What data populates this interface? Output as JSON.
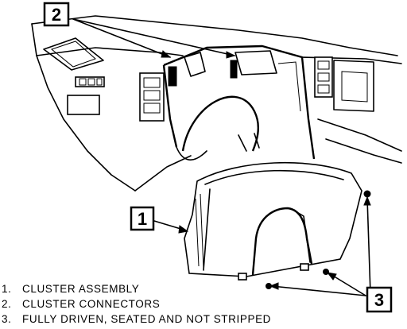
{
  "callouts": {
    "one": "1",
    "two": "2",
    "three": "3"
  },
  "legend": [
    {
      "number": "1.",
      "text": "CLUSTER ASSEMBLY"
    },
    {
      "number": "2.",
      "text": "CLUSTER CONNECTORS"
    },
    {
      "number": "3.",
      "text": "FULLY DRIVEN, SEATED AND NOT STRIPPED"
    }
  ]
}
